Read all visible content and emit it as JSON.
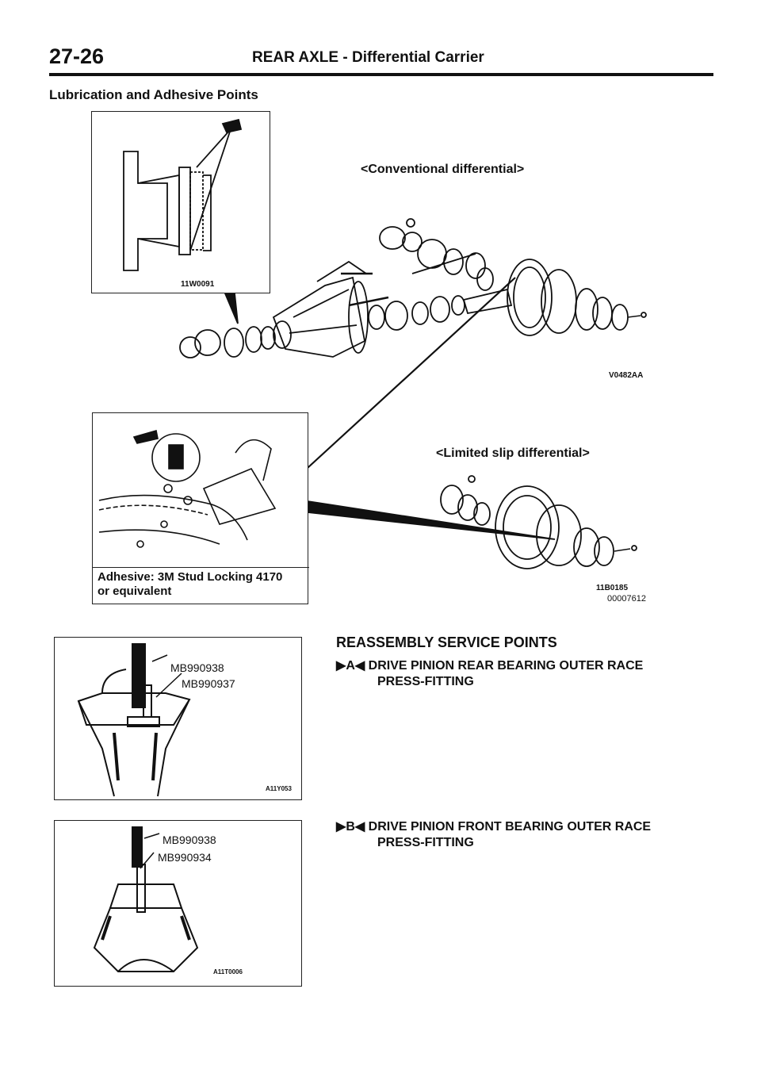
{
  "header": {
    "page_number": "27-26",
    "title": "REAR AXLE - Differential Carrier"
  },
  "section_title": "Lubrication and Adhesive Points",
  "diagram": {
    "seal_figure_code": "11W0091",
    "conventional_label": "<Conventional differential>",
    "conventional_code": "V0482AA",
    "limited_slip_label": "<Limited slip differential>",
    "limited_slip_codes": [
      "11B0185",
      "00007612"
    ],
    "adhesive_note_line1": "Adhesive: 3M Stud Locking 4170",
    "adhesive_note_line2": "or equivalent"
  },
  "reassembly": {
    "heading": "REASSEMBLY SERVICE POINTS",
    "step_a_marker": "A",
    "step_a_line1": "DRIVE PINION REAR BEARING OUTER RACE",
    "step_a_line2": "PRESS-FITTING",
    "step_b_marker": "B",
    "step_b_line1": "DRIVE PINION FRONT BEARING OUTER RACE",
    "step_b_line2": "PRESS-FITTING"
  },
  "figure_a": {
    "tool_1": "MB990938",
    "tool_2": "MB990937",
    "code": "A11Y053"
  },
  "figure_b": {
    "tool_1": "MB990938",
    "tool_2": "MB990934",
    "code": "A11T0006"
  }
}
